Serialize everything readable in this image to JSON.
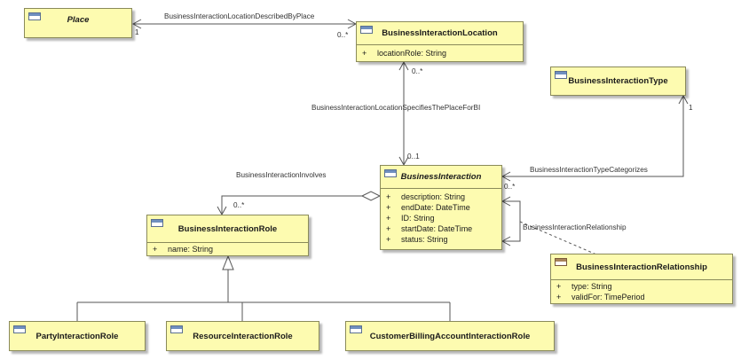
{
  "classes": {
    "place": {
      "name": "Place"
    },
    "bi_location": {
      "name": "BusinessInteractionLocation",
      "attributes": [
        {
          "visibility": "+",
          "text": "locationRole: String"
        }
      ]
    },
    "bi_type": {
      "name": "BusinessInteractionType"
    },
    "bi": {
      "name": "BusinessInteraction",
      "attributes": [
        {
          "visibility": "+",
          "text": "description: String"
        },
        {
          "visibility": "+",
          "text": "endDate: DateTime"
        },
        {
          "visibility": "+",
          "text": "ID: String"
        },
        {
          "visibility": "+",
          "text": "startDate: DateTime"
        },
        {
          "visibility": "+",
          "text": "status: String"
        }
      ]
    },
    "bi_role": {
      "name": "BusinessInteractionRole",
      "attributes": [
        {
          "visibility": "+",
          "text": "name: String"
        }
      ]
    },
    "bi_relationship": {
      "name": "BusinessInteractionRelationship",
      "attributes": [
        {
          "visibility": "+",
          "text": "type: String"
        },
        {
          "visibility": "+",
          "text": "validFor: TimePeriod"
        }
      ]
    },
    "party_role": {
      "name": "PartyInteractionRole"
    },
    "resource_role": {
      "name": "ResourceInteractionRole"
    },
    "customer_role": {
      "name": "CustomerBillingAccountInteractionRole"
    }
  },
  "associations": {
    "described_by": {
      "name": "BusinessInteractionLocationDescribedByPlace",
      "source_mult": "1",
      "target_mult": "0..*"
    },
    "specifies": {
      "name": "BusinessInteractionLocationSpecifiesThePlaceForBI",
      "source_mult": "0..*",
      "target_mult": "0..1"
    },
    "categorizes": {
      "name": "BusinessInteractionTypeCategorizes",
      "source_mult": "1",
      "target_mult": "0..*"
    },
    "involves": {
      "name": "BusinessInteractionInvolves",
      "target_mult": "0..*"
    },
    "relationship": {
      "name": "BusinessInteractionRelationship"
    }
  },
  "colors": {
    "class_fill": "#fdfbb0",
    "class_border": "#8a8a5a",
    "line": "#555555",
    "class_icon": "#6f8fbf",
    "assoc_icon": "#a8835a"
  }
}
